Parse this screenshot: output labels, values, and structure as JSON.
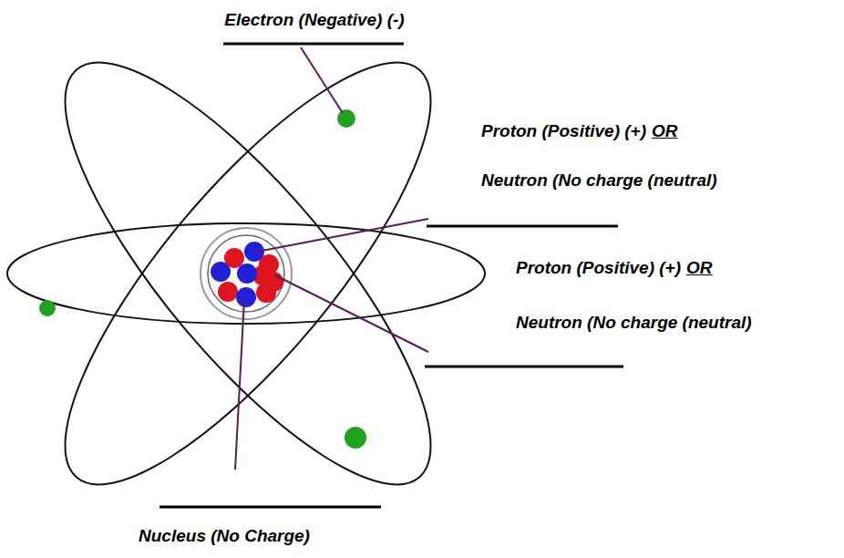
{
  "diagram": {
    "labels": [
      "Electron (Negative) (-)",
      "Proton (Positive) (+)",
      "OR",
      "Neutron (No charge (neutral)",
      "Proton (Positive) (+)",
      "OR",
      "Neutron (No charge (neutral)",
      "Nucleus (No Charge)"
    ]
  }
}
